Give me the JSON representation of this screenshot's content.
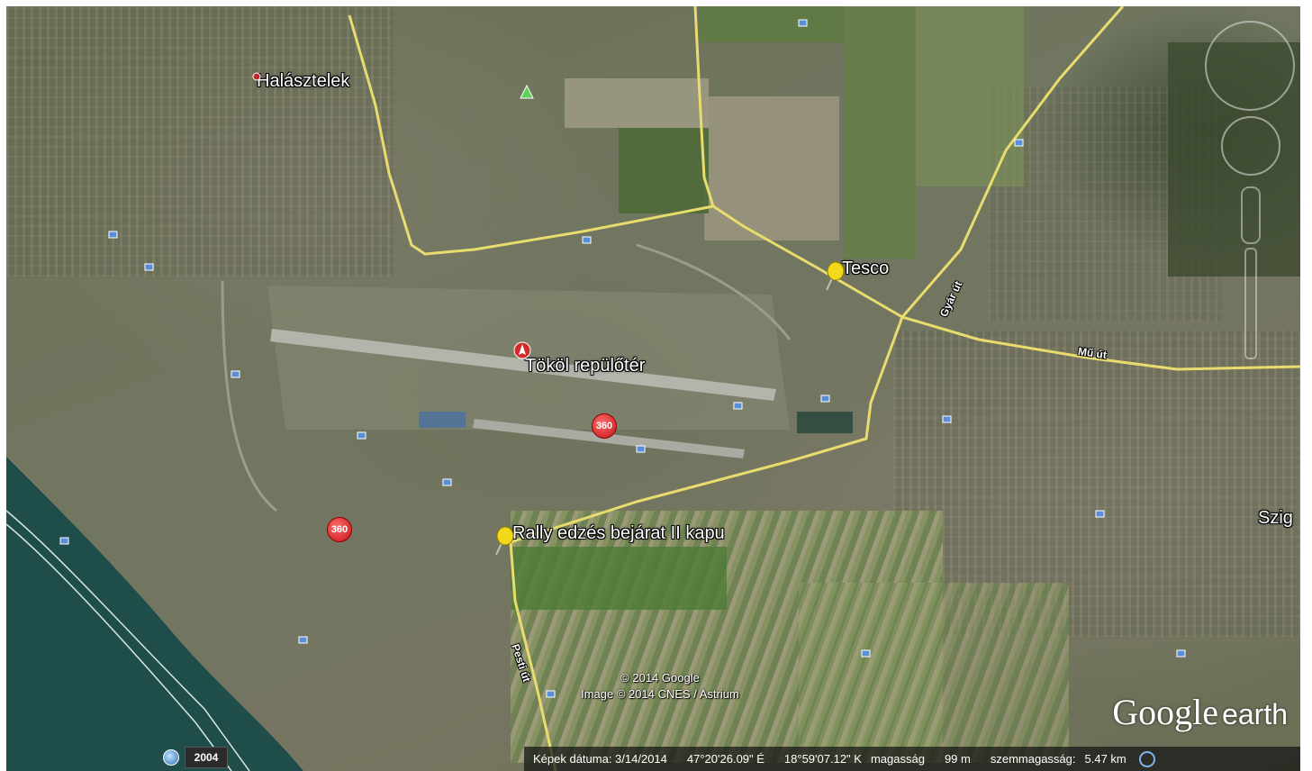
{
  "app": {
    "name": "Google Earth"
  },
  "map": {
    "labels": {
      "halasztelek": "Halásztelek",
      "tesco": "Tesco",
      "airfield": "Tököl repülőtér",
      "rally": "Rally edzés bejárat II kapu",
      "szig": "Szig"
    },
    "roads": {
      "gyar": "Gyár út",
      "mu": "Mű út",
      "pesti": "Pesti út"
    },
    "marker_360_text": "360",
    "colors": {
      "road": "#e8dc6e",
      "river": "#1f4d4a",
      "label": "#ffffff",
      "pin": "#f4d81c"
    }
  },
  "copyright": {
    "line1": "© 2014 Google",
    "line2": "Image © 2014 CNES / Astrium"
  },
  "logo": {
    "word1": "Google",
    "word2": "earth"
  },
  "timeline": {
    "year": "2004"
  },
  "status": {
    "image_date": "Képek dátuma: 3/14/2014",
    "lat": "47°20'26.09\" É",
    "lon": "18°59'07.12\" K",
    "elev_label": "magasság",
    "elev_value": "99 m",
    "eye_label": "szemmagasság:",
    "eye_value": "5.47 km"
  },
  "icons": [
    "place-pin-icon",
    "airport-icon",
    "marker-360-icon",
    "photo-icon",
    "info-icon",
    "compass-icon",
    "zoom-slider-icon",
    "clock-icon"
  ]
}
